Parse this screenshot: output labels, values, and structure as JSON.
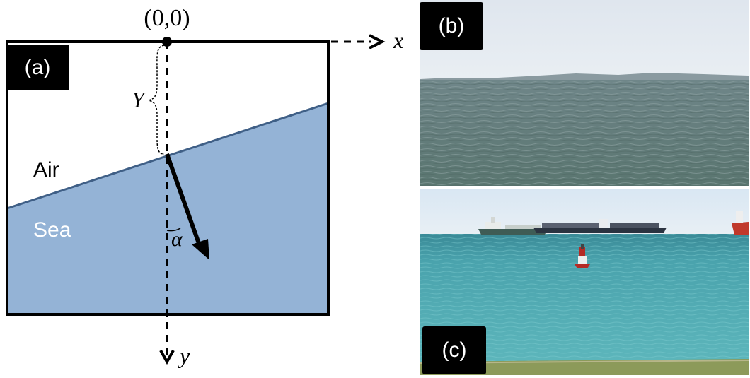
{
  "panel_a": {
    "label": "(a)",
    "origin_label": "(0,0)",
    "x_axis_label": "x",
    "y_axis_label": "y",
    "depth_label": "Y",
    "angle_label": "α",
    "air_label": "Air",
    "sea_label": "Sea",
    "sea_color": "#94b3d6",
    "sea_line_color": "#3f5f86"
  },
  "panel_b": {
    "label": "(b)",
    "image": "photo of open sea with distant coastline under hazy sky"
  },
  "panel_c": {
    "label": "(c)",
    "image": "photo of turquoise sea with cargo ships on horizon and a red-white buoy"
  }
}
